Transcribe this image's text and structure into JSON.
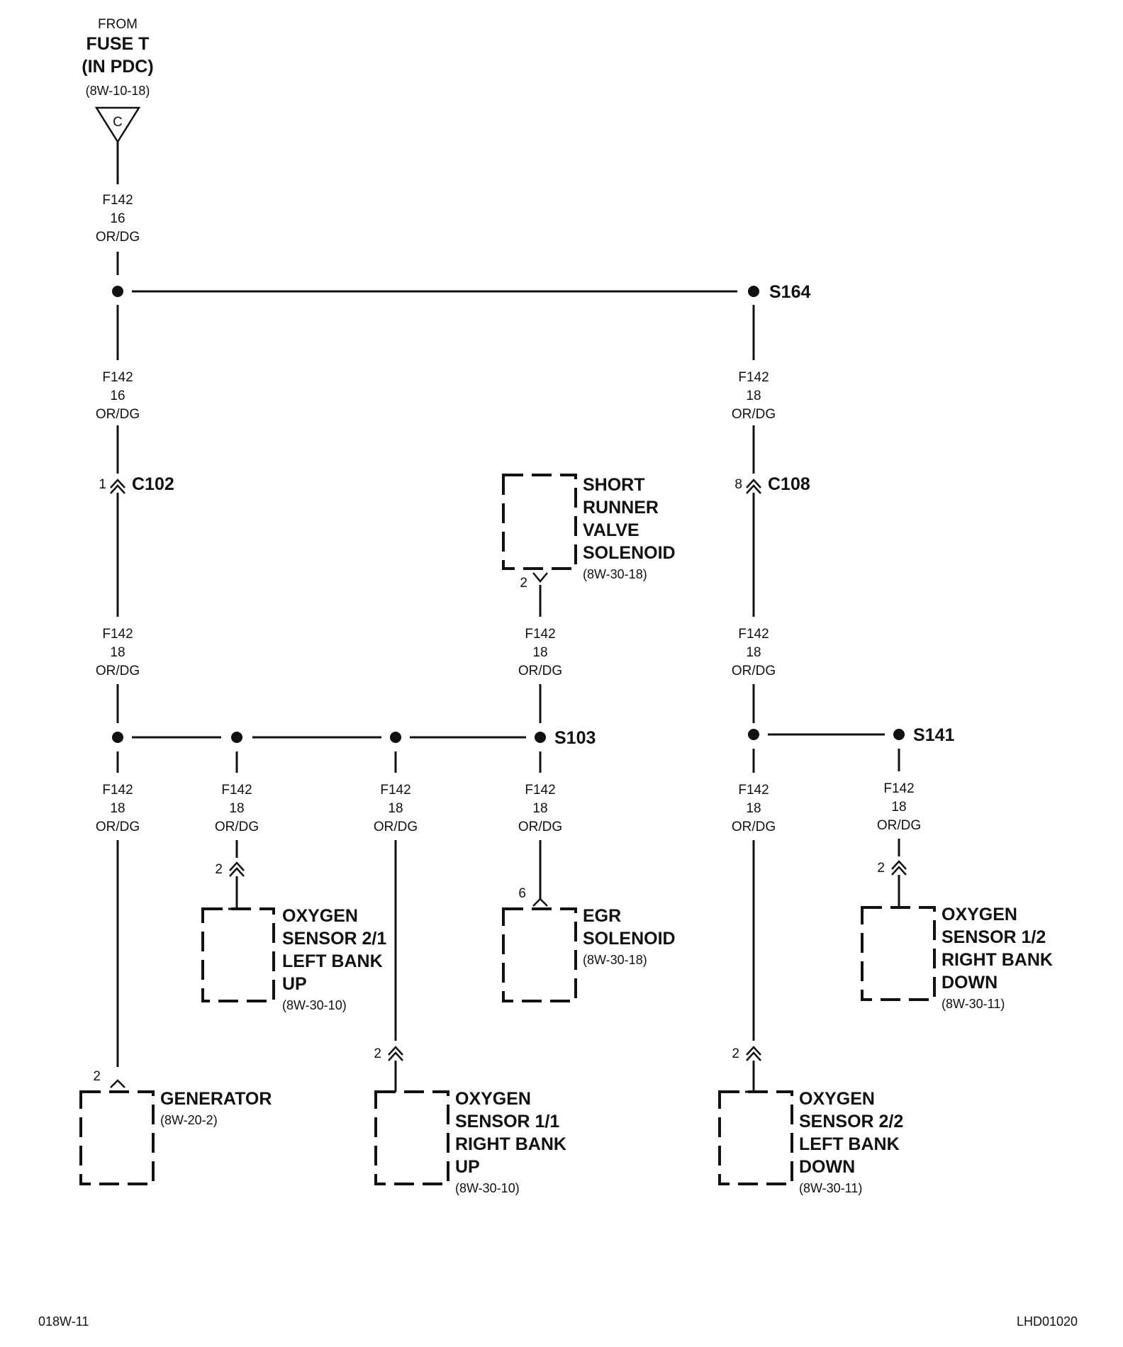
{
  "source": {
    "from": "FROM",
    "fuse": "FUSE T",
    "location": "(IN PDC)",
    "ref": "(8W-10-18)",
    "connector_letter": "C"
  },
  "splices": {
    "s164": "S164",
    "s103": "S103",
    "s141": "S141"
  },
  "connectors": {
    "c102": {
      "name": "C102",
      "pin": "1"
    },
    "c108": {
      "name": "C108",
      "pin": "8"
    },
    "short_runner_pin": "2",
    "o2_21_pin": "2",
    "egr_pin": "6",
    "o2_12_pin": "2",
    "generator_pin": "2",
    "o2_11_pin": "2",
    "o2_22_pin": "2"
  },
  "wire_labels": {
    "w_top": {
      "circuit": "F142",
      "gauge": "16",
      "color": "OR/DG"
    },
    "w_left_upper": {
      "circuit": "F142",
      "gauge": "16",
      "color": "OR/DG"
    },
    "w_right_upper": {
      "circuit": "F142",
      "gauge": "18",
      "color": "OR/DG"
    },
    "w_left_mid": {
      "circuit": "F142",
      "gauge": "18",
      "color": "OR/DG"
    },
    "w_center_mid": {
      "circuit": "F142",
      "gauge": "18",
      "color": "OR/DG"
    },
    "w_right_mid": {
      "circuit": "F142",
      "gauge": "18",
      "color": "OR/DG"
    },
    "w_gen": {
      "circuit": "F142",
      "gauge": "18",
      "color": "OR/DG"
    },
    "w_o2_21": {
      "circuit": "F142",
      "gauge": "18",
      "color": "OR/DG"
    },
    "w_o2_11": {
      "circuit": "F142",
      "gauge": "18",
      "color": "OR/DG"
    },
    "w_egr": {
      "circuit": "F142",
      "gauge": "18",
      "color": "OR/DG"
    },
    "w_o2_22": {
      "circuit": "F142",
      "gauge": "18",
      "color": "OR/DG"
    },
    "w_o2_12": {
      "circuit": "F142",
      "gauge": "18",
      "color": "OR/DG"
    }
  },
  "components": {
    "short_runner": {
      "lines": [
        "SHORT",
        "RUNNER",
        "VALVE",
        "SOLENOID"
      ],
      "ref": "(8W-30-18)"
    },
    "o2_21": {
      "lines": [
        "OXYGEN",
        "SENSOR 2/1",
        "LEFT BANK",
        "UP"
      ],
      "ref": "(8W-30-10)"
    },
    "egr": {
      "lines": [
        "EGR",
        "SOLENOID"
      ],
      "ref": "(8W-30-18)"
    },
    "o2_12": {
      "lines": [
        "OXYGEN",
        "SENSOR 1/2",
        "RIGHT BANK",
        "DOWN"
      ],
      "ref": "(8W-30-11)"
    },
    "generator": {
      "lines": [
        "GENERATOR"
      ],
      "ref": "(8W-20-2)"
    },
    "o2_11": {
      "lines": [
        "OXYGEN",
        "SENSOR 1/1",
        "RIGHT BANK",
        "UP"
      ],
      "ref": "(8W-30-10)"
    },
    "o2_22": {
      "lines": [
        "OXYGEN",
        "SENSOR 2/2",
        "LEFT BANK",
        "DOWN"
      ],
      "ref": "(8W-30-11)"
    }
  },
  "footer": {
    "left": "018W-11",
    "right": "LHD01020"
  }
}
